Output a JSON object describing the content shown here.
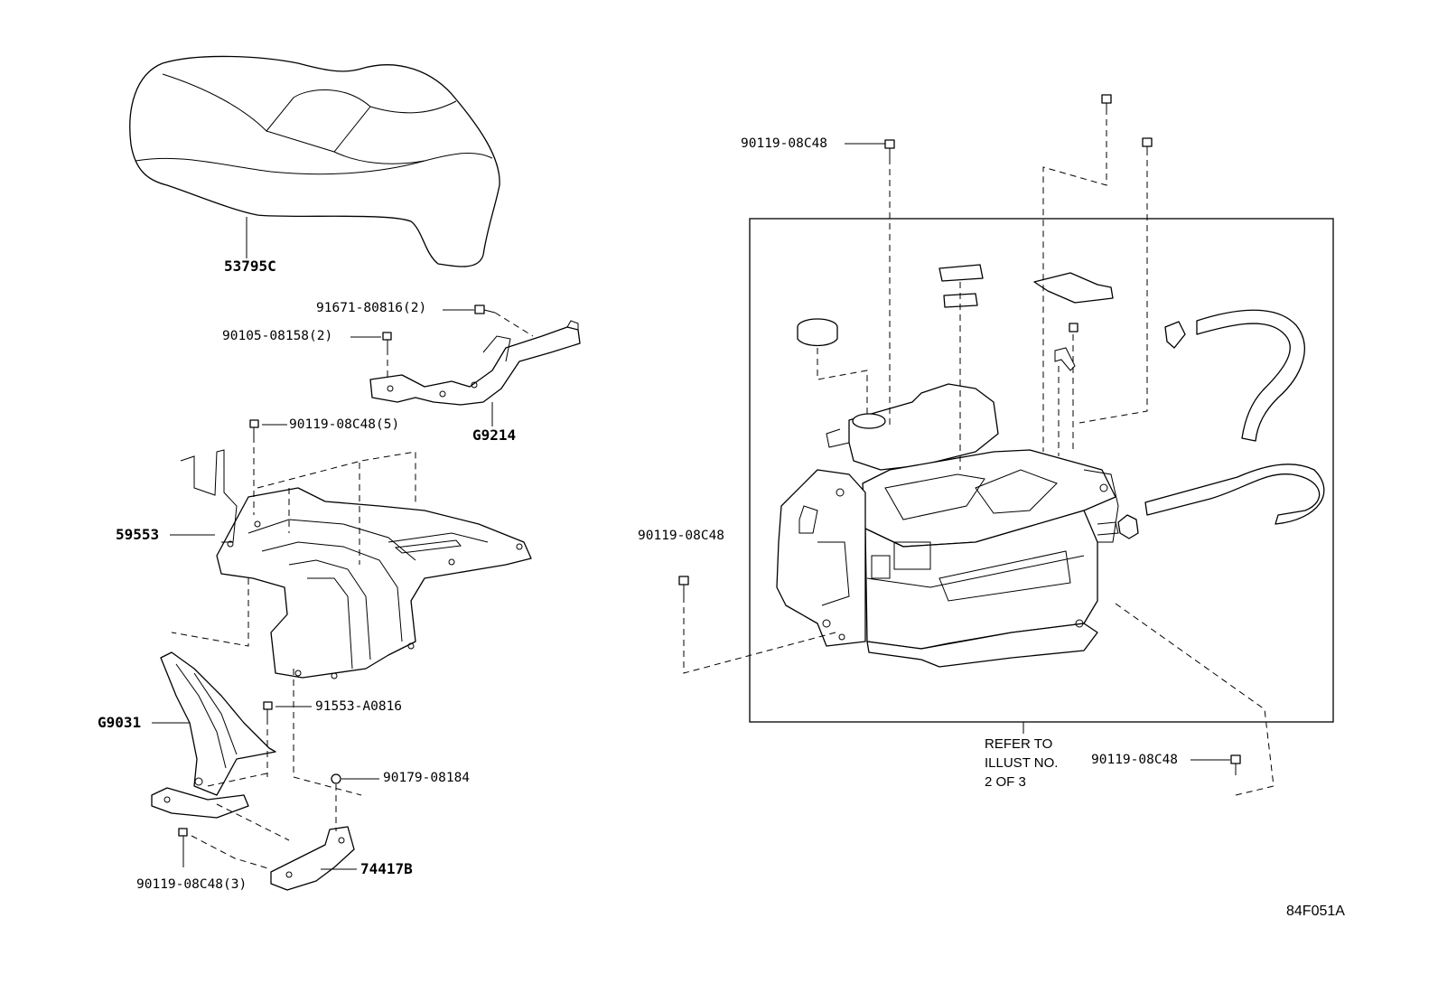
{
  "labels": {
    "p53795c": "53795C",
    "p91671": "91671-80816(2)",
    "p90105": "90105-08158(2)",
    "pg9214": "G9214",
    "p90119_5": "90119-08C48(5)",
    "p59553": "59553",
    "pg9031": "G9031",
    "p91553": "91553-A0816",
    "p90179": "90179-08184",
    "p74417b": "74417B",
    "p90119_3": "90119-08C48(3)",
    "p90119_top": "90119-08C48",
    "p90119_left": "90119-08C48",
    "p90119_right": "90119-08C48"
  },
  "note": {
    "line1": "REFER TO",
    "line2": "ILLUST NO.",
    "line3": "2 OF 3"
  },
  "figure_id": "84F051A"
}
